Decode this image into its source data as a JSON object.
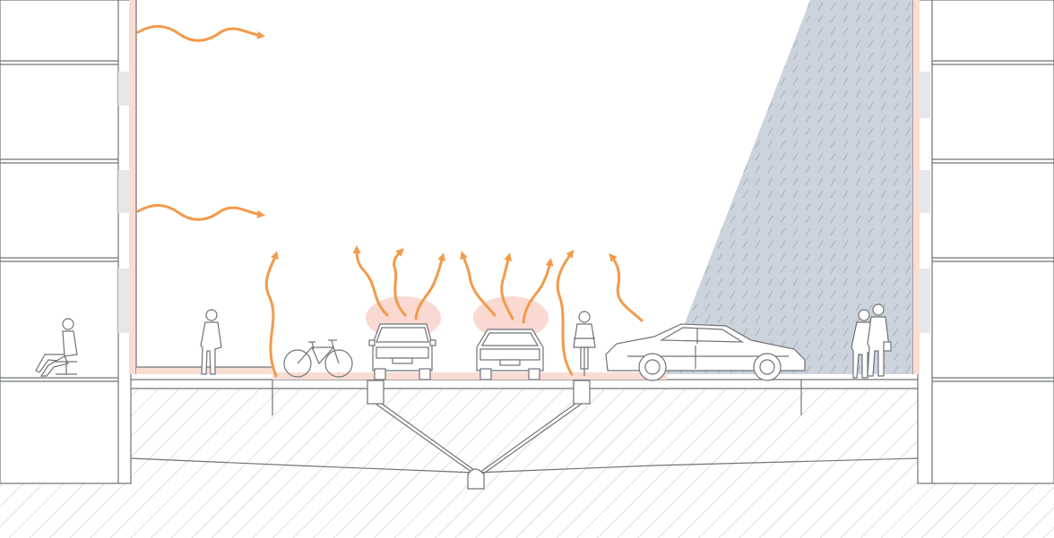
{
  "diagram": {
    "kind": "street-section",
    "elements": [
      "buildings",
      "sidewalk",
      "bicycle",
      "cars",
      "cyclist",
      "pedestrians",
      "shade",
      "drainage"
    ],
    "colors": {
      "heat_arrow": "#f39a4b",
      "heat_glow": "#f7c9bd",
      "warm_surface": "#f9ddd3",
      "shade": "#cdd3dc",
      "line": "#6f7378",
      "hatch": "#c4c7cb"
    }
  }
}
